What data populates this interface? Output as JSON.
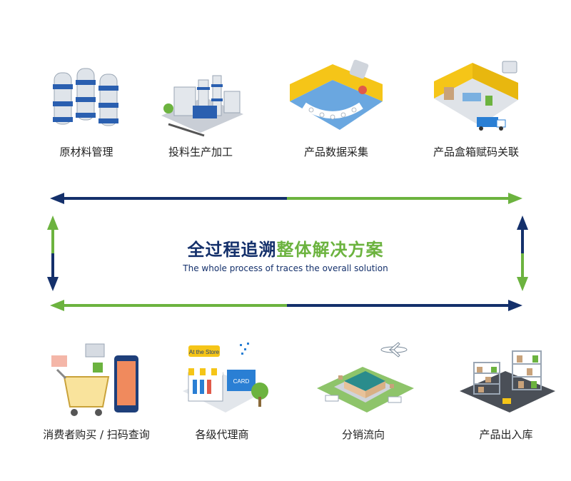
{
  "colors": {
    "navy": "#14306b",
    "green": "#6cb33f",
    "blue": "#2a7fd4",
    "yellow": "#f5c518"
  },
  "center": {
    "title_part1": "全过程追溯",
    "title_part2": "整体解决方案",
    "subtitle": "The whole process of traces the overall solution"
  },
  "top_steps": [
    {
      "label": "原材料管理",
      "icon": "raw-material-tanks-icon"
    },
    {
      "label": "投料生产加工",
      "icon": "production-factory-icon"
    },
    {
      "label": "产品数据采集",
      "icon": "data-collection-line-icon"
    },
    {
      "label": "产品盒箱赋码关联",
      "icon": "box-coding-warehouse-icon"
    }
  ],
  "bottom_steps": [
    {
      "label": "消费者购买 / 扫码查询",
      "icon": "consumer-shopping-icon"
    },
    {
      "label": "各级代理商",
      "icon": "agent-store-icon"
    },
    {
      "label": "分销流向",
      "icon": "distribution-logistics-icon"
    },
    {
      "label": "产品出入库",
      "icon": "warehouse-inout-icon"
    }
  ],
  "store_sign": "At the Store",
  "card_text": "CARD"
}
